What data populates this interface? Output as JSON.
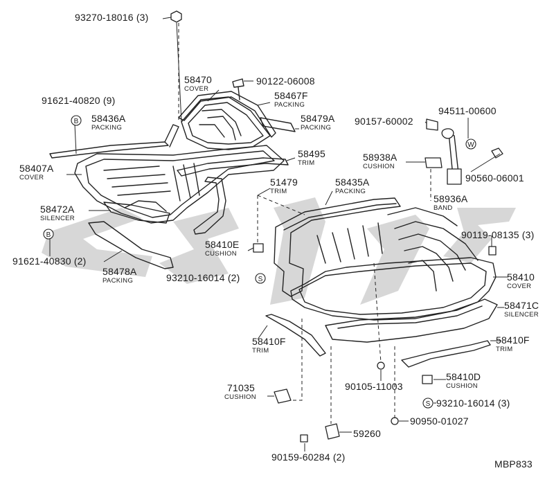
{
  "diagram_id": "MBP833",
  "watermark_text": "5:1",
  "colors": {
    "line": "#222222",
    "watermark": "#c9c9c9",
    "background": "#ffffff"
  },
  "labels": {
    "p93270": "93270-18016 (3)",
    "p58470": "58470",
    "p58470_sub": "COVER",
    "p90122": "90122-06008",
    "p91621a": "91621-40820 (9)",
    "p58467f": "58467F",
    "p58467f_sub": "PACKING",
    "p58436a": "58436A",
    "p58436a_sub": "PACKING",
    "p58479a": "58479A",
    "p58479a_sub": "PACKING",
    "p90157": "90157-60002",
    "p94511": "94511-00600",
    "p58495": "58495",
    "p58495_sub": "TRIM",
    "p58938a": "58938A",
    "p58938a_sub": "CUSHION",
    "p58407a": "58407A",
    "p58407a_sub": "COVER",
    "p51479": "51479",
    "p51479_sub": "TRIM",
    "p58435a": "58435A",
    "p58435a_sub": "PACKING",
    "p90560": "90560-06001",
    "p58936a": "58936A",
    "p58936a_sub": "BAND",
    "p58472a": "58472A",
    "p58472a_sub": "SILENCER",
    "p90119": "90119-08135 (3)",
    "p58410e": "58410E",
    "p58410e_sub": "CUSHION",
    "p91621b": "91621-40830 (2)",
    "p58478a": "58478A",
    "p58478a_sub": "PACKING",
    "p93210a": "93210-16014 (2)",
    "p58410": "58410",
    "p58410_sub": "COVER",
    "p58471c": "58471C",
    "p58471c_sub": "SILENCER",
    "p58410f_l": "58410F",
    "p58410f_l_sub": "TRIM",
    "p58410f_r": "58410F",
    "p58410f_r_sub": "TRIM",
    "p90105": "90105-11003",
    "p58410d": "58410D",
    "p58410d_sub": "CUSHION",
    "p71035": "71035",
    "p71035_sub": "CUSHION",
    "p93210b": "93210-16014 (3)",
    "p90950": "90950-01027",
    "p59260": "59260",
    "p90159": "90159-60284 (2)"
  },
  "marks": {
    "b": "B",
    "s": "S",
    "w": "W"
  }
}
